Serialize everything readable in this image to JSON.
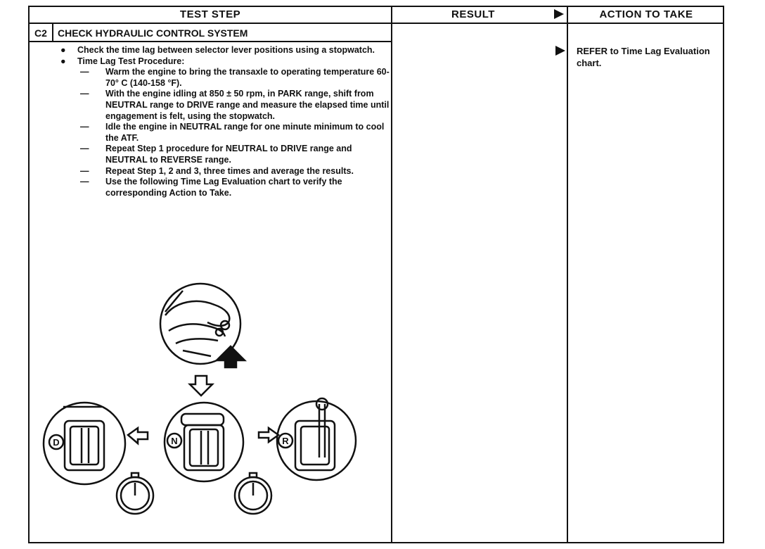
{
  "header": {
    "test_step": "TEST STEP",
    "result": "RESULT",
    "action": "ACTION TO TAKE"
  },
  "step": {
    "id": "C2",
    "title": "CHECK HYDRAULIC CONTROL SYSTEM"
  },
  "bullets": [
    {
      "text": "Check the time lag between selector lever positions using a stopwatch."
    },
    {
      "text": "Time Lag Test Procedure:"
    }
  ],
  "sub_steps": [
    "Warm the engine to bring the transaxle to operating temperature 60-70° C (140-158 °F).",
    "With the engine idling at 850 ± 50 rpm, in PARK range, shift from NEUTRAL range to DRIVE range and measure the elapsed time until engagement is felt, using the stopwatch.",
    "Idle the engine in NEUTRAL range for one minute minimum to cool the ATF.",
    "Repeat Step 1 procedure for NEUTRAL to DRIVE range and NEUTRAL to REVERSE range.",
    "Repeat Step 1, 2 and 3, three times and average the results.",
    "Use the following Time Lag Evaluation chart to verify the corresponding Action to Take."
  ],
  "action": {
    "text": "REFER to Time Lag Evaluation chart."
  },
  "illustration": {
    "labels": {
      "drive": "D",
      "neutral": "N",
      "reverse": "R"
    }
  },
  "glyphs": {
    "bullet": "●",
    "dash": "—"
  }
}
